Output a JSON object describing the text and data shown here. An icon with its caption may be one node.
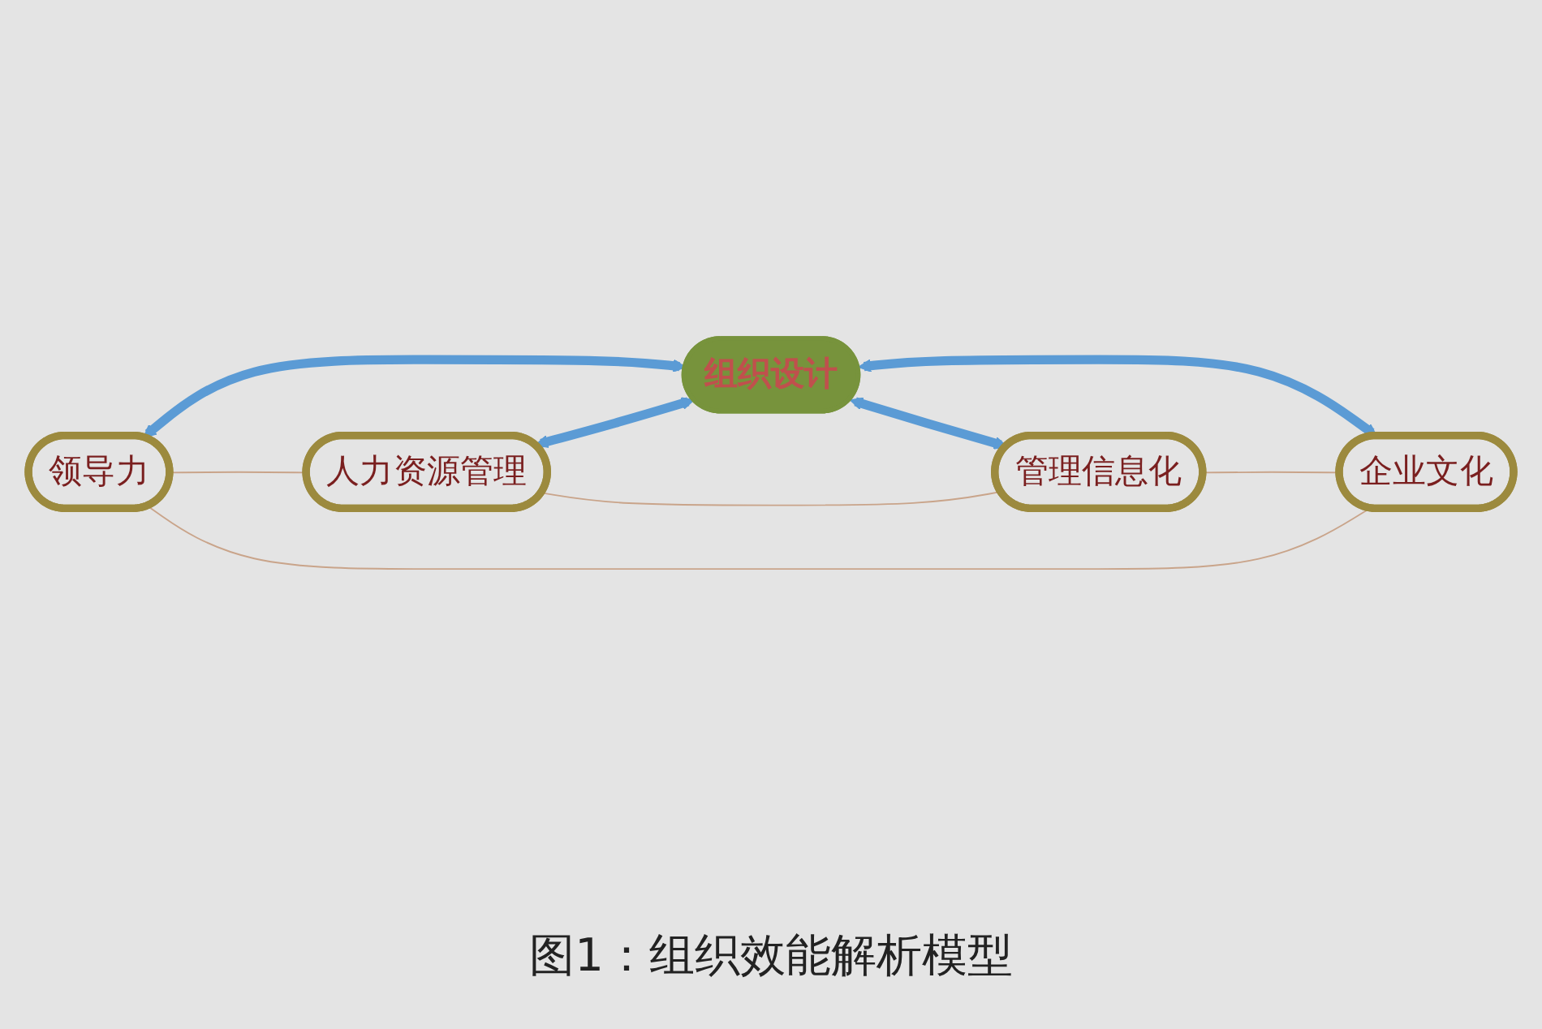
{
  "diagram": {
    "caption": "图1：组织效能解析模型",
    "nodes": [
      {
        "text": [
          "领导力"
        ]
      },
      {
        "text": [
          "人力资源管理"
        ]
      },
      {
        "text": [
          "组织设计"
        ]
      },
      {
        "text": [
          "企业文化"
        ]
      },
      {
        "text": [
          "管理信息化"
        ]
      }
    ],
    "edges": [
      {
        "from": 0,
        "to": 2,
        "arrow": "both",
        "style": "thick",
        "color": "#5b9bd5"
      },
      {
        "from": 1,
        "to": 2,
        "arrow": "both",
        "style": "thick",
        "color": "#5b9bd5"
      },
      {
        "from": 2,
        "to": 3,
        "arrow": "both",
        "style": "thick",
        "color": "#5b9bd5"
      },
      {
        "from": 2,
        "to": 4,
        "arrow": "both",
        "style": "thick",
        "color": "#5b9bd5"
      },
      {
        "from": 0,
        "to": 1,
        "arrow": "none",
        "color": "#c9a48a"
      },
      {
        "from": 0,
        "to": 3,
        "arrow": "none",
        "color": "#c9a48a"
      },
      {
        "from": 1,
        "to": 4,
        "arrow": "none",
        "color": "#c9a48a"
      },
      {
        "from": 4,
        "to": 3,
        "arrow": "none",
        "color": "#c9a48a"
      }
    ]
  }
}
